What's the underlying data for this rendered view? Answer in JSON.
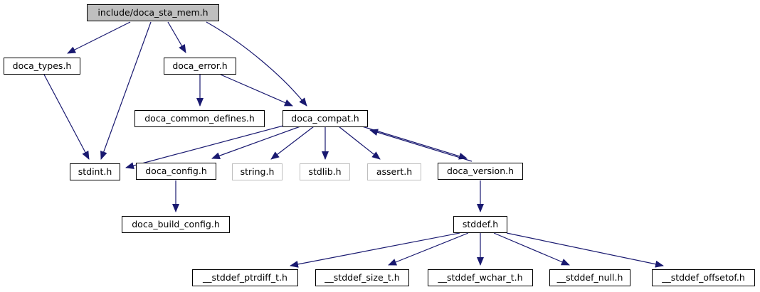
{
  "diagram": {
    "type": "include-dependency-graph",
    "nodes": {
      "root": {
        "label": "include/doca_sta_mem.h",
        "style": "current"
      },
      "doca_types": {
        "label": "doca_types.h",
        "style": "linked"
      },
      "doca_error": {
        "label": "doca_error.h",
        "style": "linked"
      },
      "doca_common_defines": {
        "label": "doca_common_defines.h",
        "style": "linked"
      },
      "doca_compat": {
        "label": "doca_compat.h",
        "style": "linked"
      },
      "stdint": {
        "label": "stdint.h",
        "style": "linked"
      },
      "doca_config": {
        "label": "doca_config.h",
        "style": "linked"
      },
      "string": {
        "label": "string.h",
        "style": "external"
      },
      "stdlib": {
        "label": "stdlib.h",
        "style": "external"
      },
      "assert": {
        "label": "assert.h",
        "style": "external"
      },
      "doca_version": {
        "label": "doca_version.h",
        "style": "linked"
      },
      "doca_build_config": {
        "label": "doca_build_config.h",
        "style": "linked"
      },
      "stddef": {
        "label": "stddef.h",
        "style": "linked"
      },
      "stddef_ptrdiff": {
        "label": "__stddef_ptrdiff_t.h",
        "style": "linked"
      },
      "stddef_size": {
        "label": "__stddef_size_t.h",
        "style": "linked"
      },
      "stddef_wchar": {
        "label": "__stddef_wchar_t.h",
        "style": "linked"
      },
      "stddef_null": {
        "label": "__stddef_null.h",
        "style": "linked"
      },
      "stddef_offsetof": {
        "label": "__stddef_offsetof.h",
        "style": "linked"
      }
    },
    "edges": [
      {
        "from": "include/doca_sta_mem.h",
        "to": "doca_types.h"
      },
      {
        "from": "include/doca_sta_mem.h",
        "to": "stdint.h"
      },
      {
        "from": "include/doca_sta_mem.h",
        "to": "doca_error.h"
      },
      {
        "from": "include/doca_sta_mem.h",
        "to": "doca_compat.h"
      },
      {
        "from": "doca_types.h",
        "to": "stdint.h"
      },
      {
        "from": "doca_error.h",
        "to": "doca_common_defines.h"
      },
      {
        "from": "doca_error.h",
        "to": "doca_compat.h"
      },
      {
        "from": "doca_compat.h",
        "to": "stdint.h"
      },
      {
        "from": "doca_compat.h",
        "to": "doca_config.h"
      },
      {
        "from": "doca_compat.h",
        "to": "string.h"
      },
      {
        "from": "doca_compat.h",
        "to": "stdlib.h"
      },
      {
        "from": "doca_compat.h",
        "to": "assert.h"
      },
      {
        "from": "doca_compat.h",
        "to": "doca_version.h"
      },
      {
        "from": "doca_version.h",
        "to": "doca_compat.h"
      },
      {
        "from": "doca_config.h",
        "to": "doca_build_config.h"
      },
      {
        "from": "doca_version.h",
        "to": "stddef.h"
      },
      {
        "from": "stddef.h",
        "to": "__stddef_ptrdiff_t.h"
      },
      {
        "from": "stddef.h",
        "to": "__stddef_size_t.h"
      },
      {
        "from": "stddef.h",
        "to": "__stddef_wchar_t.h"
      },
      {
        "from": "stddef.h",
        "to": "__stddef_null.h"
      },
      {
        "from": "stddef.h",
        "to": "__stddef_offsetof.h"
      }
    ],
    "colors": {
      "edge": "#191970",
      "node_border": "#000000",
      "external_border": "#bebebe",
      "current_fill": "#bfbfbf",
      "node_fill": "#ffffff"
    }
  }
}
